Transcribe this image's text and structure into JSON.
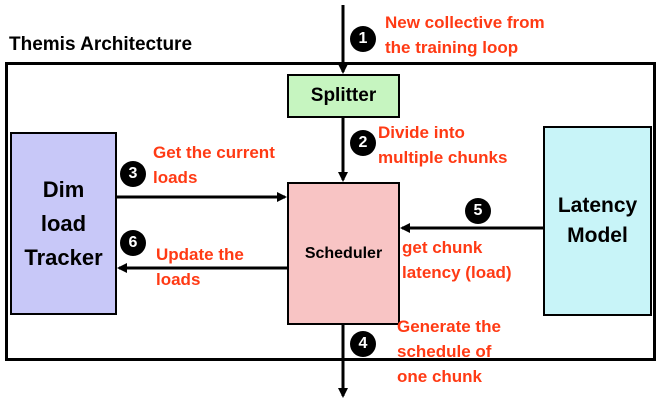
{
  "title": "Themis Architecture",
  "boxes": {
    "splitter": "Splitter",
    "scheduler": "Scheduler",
    "tracker": [
      "Dim",
      "load",
      "Tracker"
    ],
    "latency": [
      "Latency",
      "Model"
    ]
  },
  "steps": [
    {
      "num": "1",
      "text": [
        "New collective from",
        "the training loop"
      ]
    },
    {
      "num": "2",
      "text": [
        "Divide into",
        "multiple chunks"
      ]
    },
    {
      "num": "3",
      "text": [
        "Get the current",
        "loads"
      ]
    },
    {
      "num": "4",
      "text": [
        "Generate the",
        "schedule of",
        "one chunk"
      ]
    },
    {
      "num": "5",
      "text": [
        "get chunk",
        "latency (load)"
      ]
    },
    {
      "num": "6",
      "text": [
        "Update the",
        "loads"
      ]
    }
  ],
  "colors": {
    "annotation": "#ff3a14",
    "splitter": "#c6f5c0",
    "scheduler": "#f8c4c4",
    "tracker": "#c8c8f8",
    "latency": "#c8f4f8"
  }
}
